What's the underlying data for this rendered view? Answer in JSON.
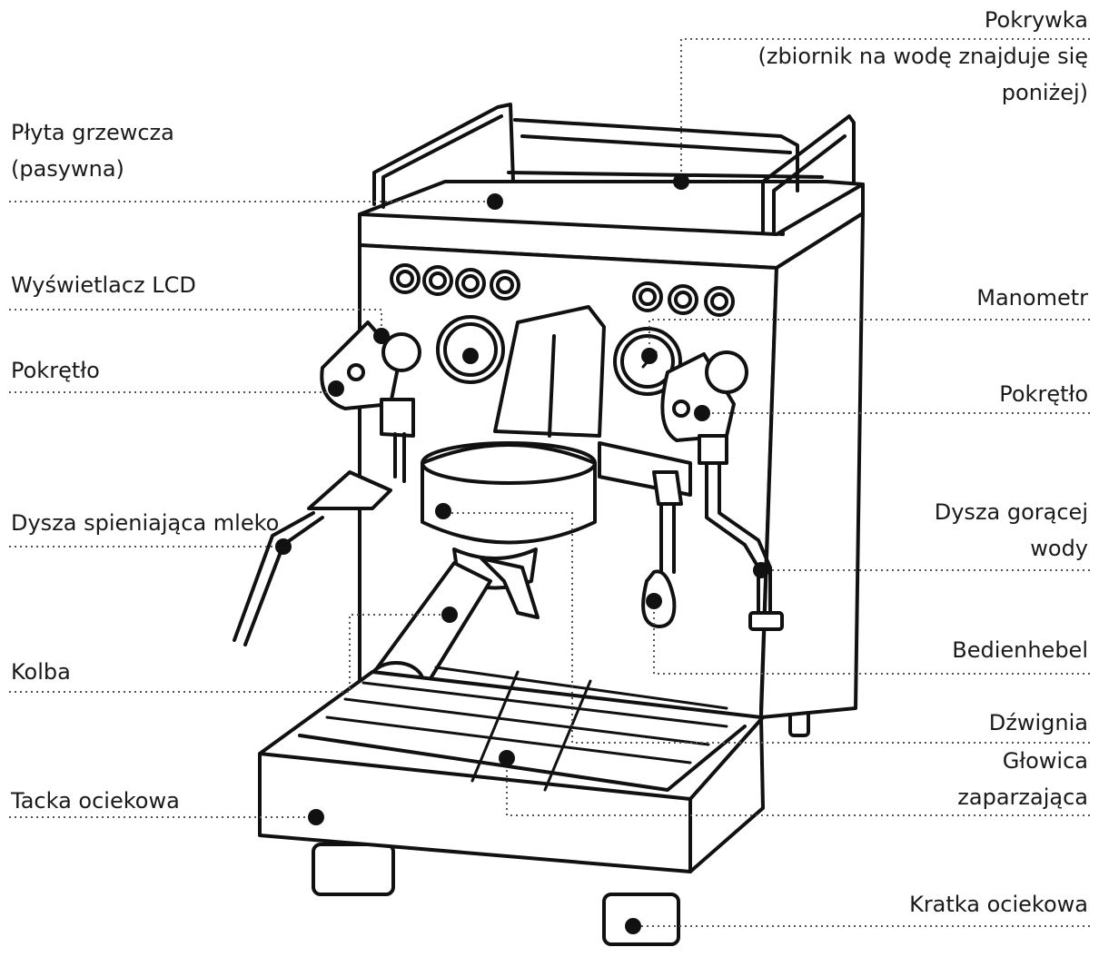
{
  "labels": {
    "pokrywka": [
      "Pokrywka",
      "(zbiornik na wodę znajduje się",
      "poniżej)"
    ],
    "plyta_grzewcza": [
      "Płyta grzewcza",
      "(pasywna)"
    ],
    "wyswietlacz_lcd": [
      "Wyświetlacz LCD"
    ],
    "manometr": [
      "Manometr"
    ],
    "pokretlo_lewe": [
      "Pokrętło"
    ],
    "pokretlo_prawe": [
      "Pokrętło"
    ],
    "dysza_spieniajaca": [
      "Dysza spieniająca mleko"
    ],
    "dysza_goracej_wody": [
      "Dysza gorącej",
      "wody"
    ],
    "bedienhebel": [
      "Bedienhebel"
    ],
    "kolba": [
      "Kolba"
    ],
    "dzwignia": [
      "Dźwignia"
    ],
    "glowica": [
      "Głowica",
      "zaparzająca"
    ],
    "tacka_ociekowa": [
      "Tacka ociekowa"
    ],
    "kratka_ociekowa": [
      "Kratka ociekowa"
    ]
  }
}
